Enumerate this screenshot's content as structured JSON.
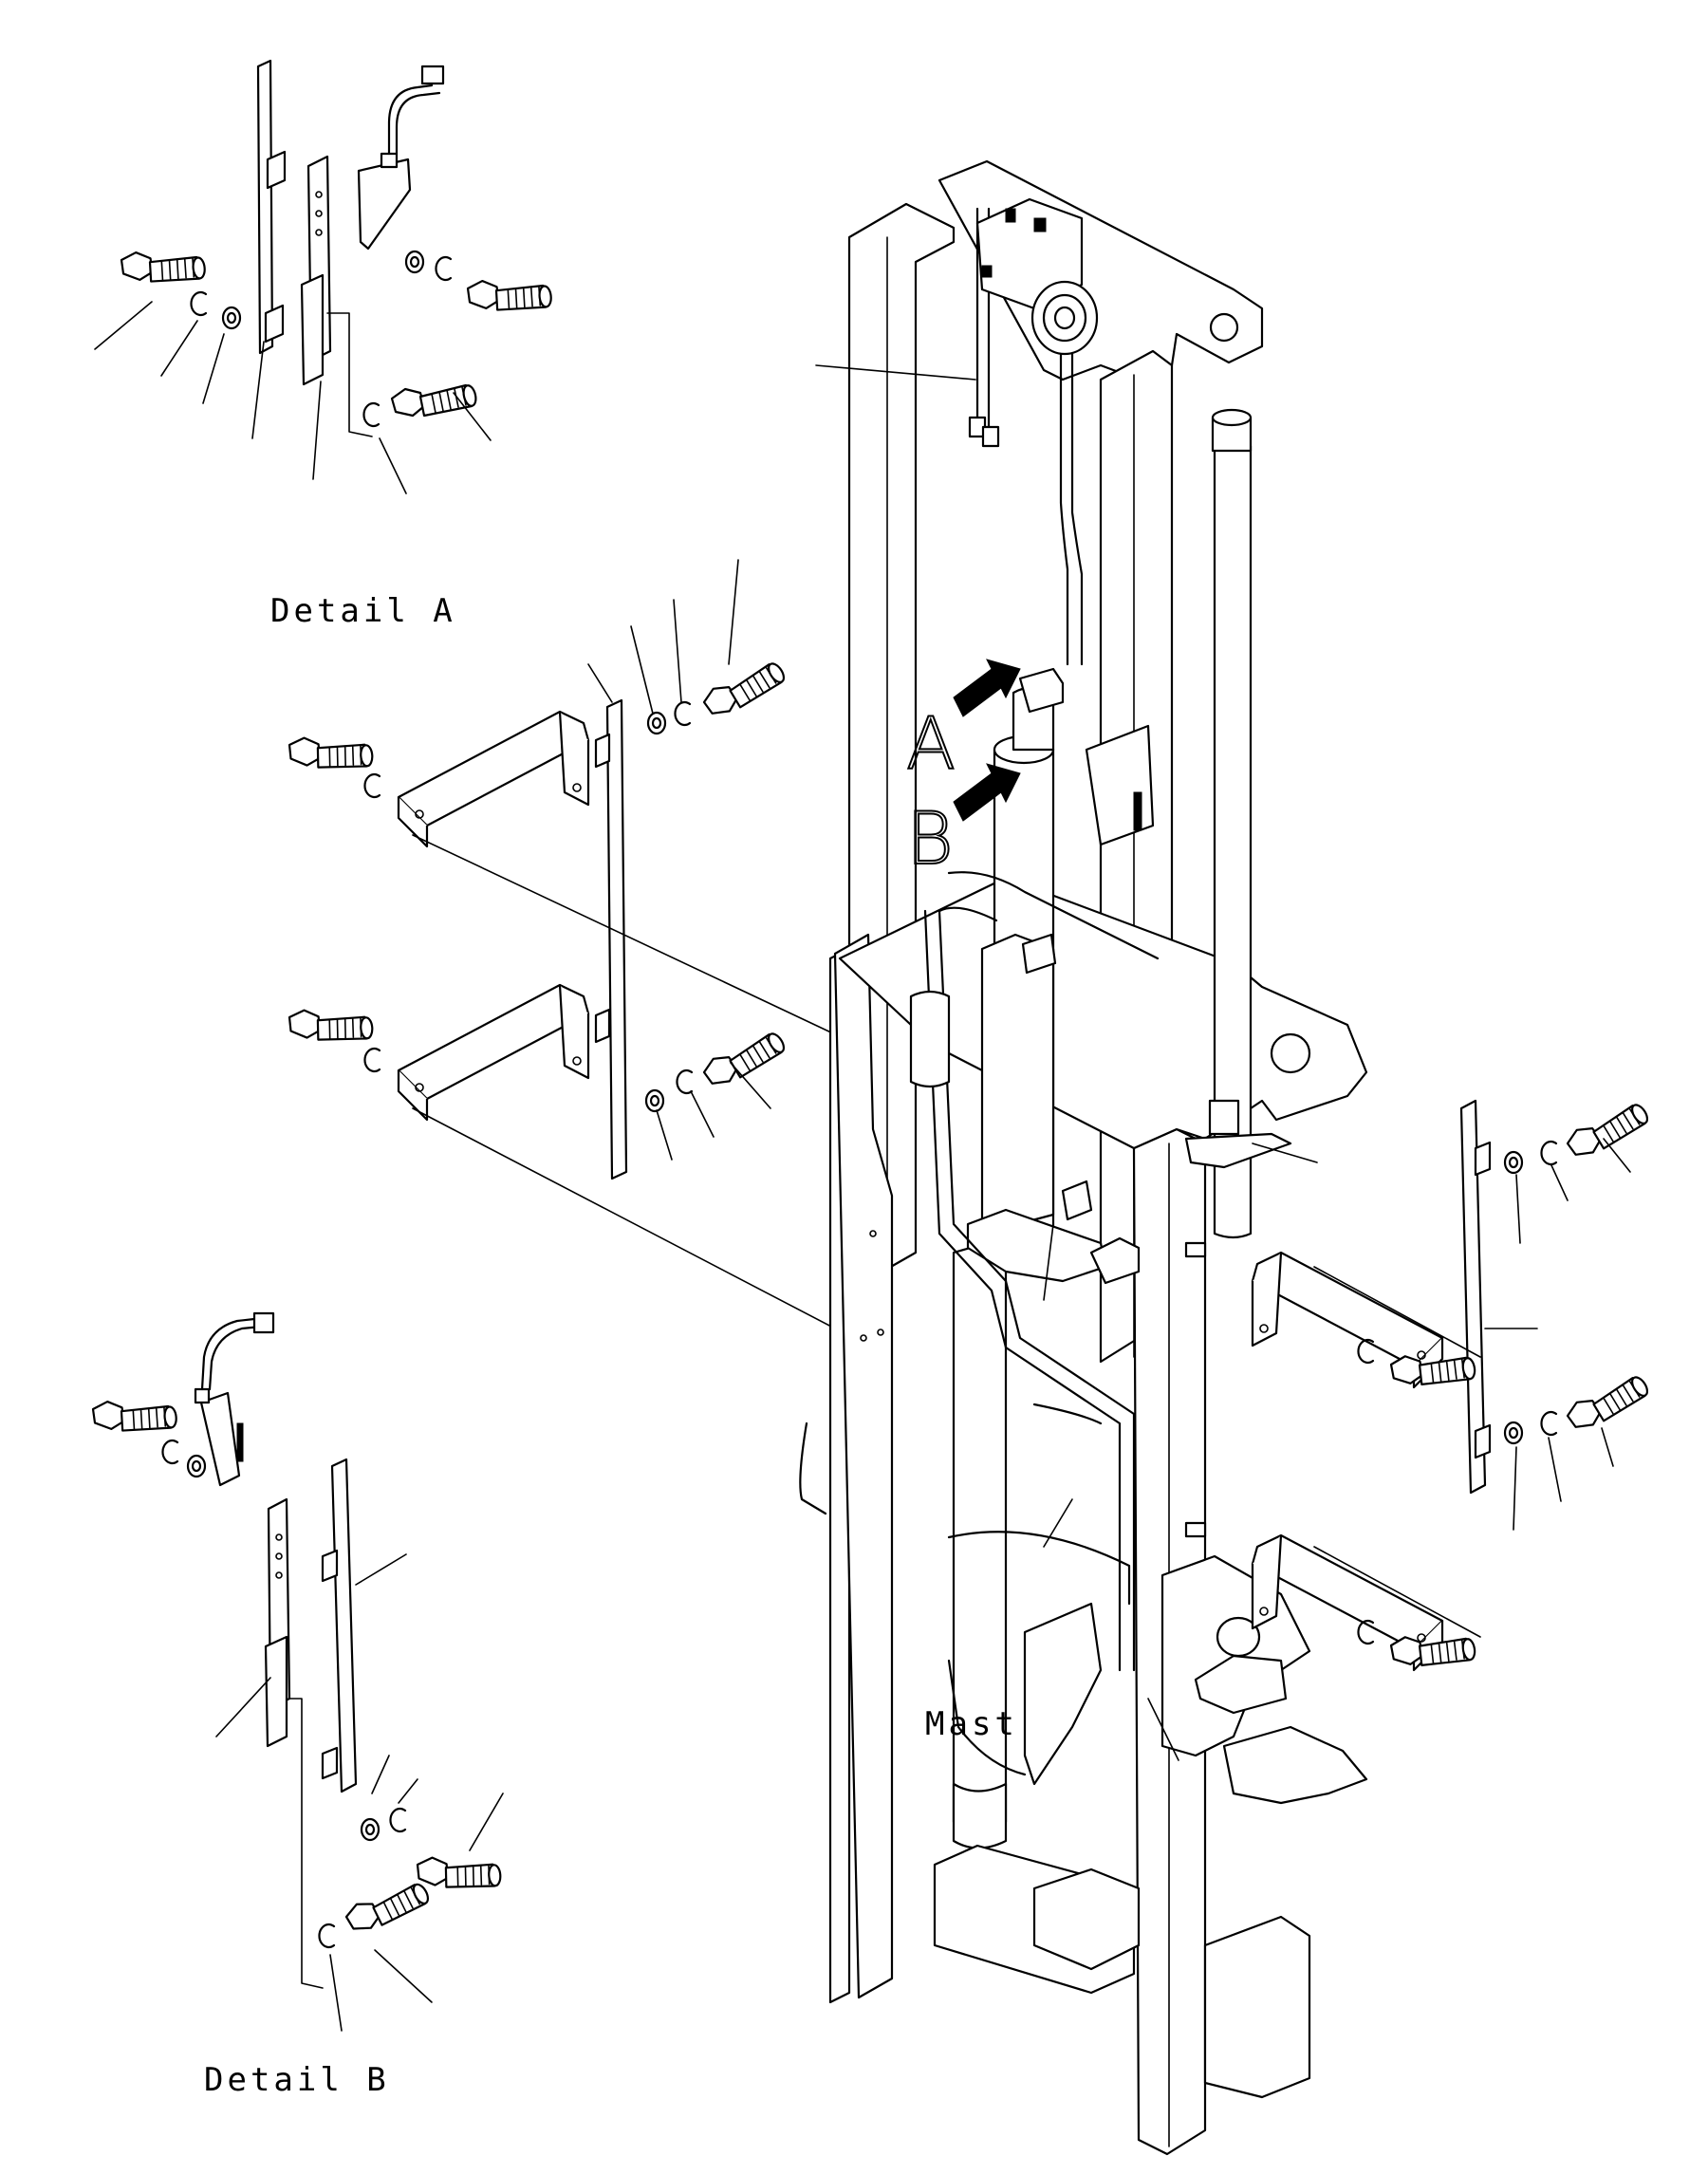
{
  "labels": {
    "detail_a": "Detail A",
    "detail_b": "Detail B",
    "mast": "Mast",
    "marker_a": "A",
    "marker_b": "B"
  },
  "colors": {
    "ink": "#000000",
    "paper": "#ffffff"
  }
}
